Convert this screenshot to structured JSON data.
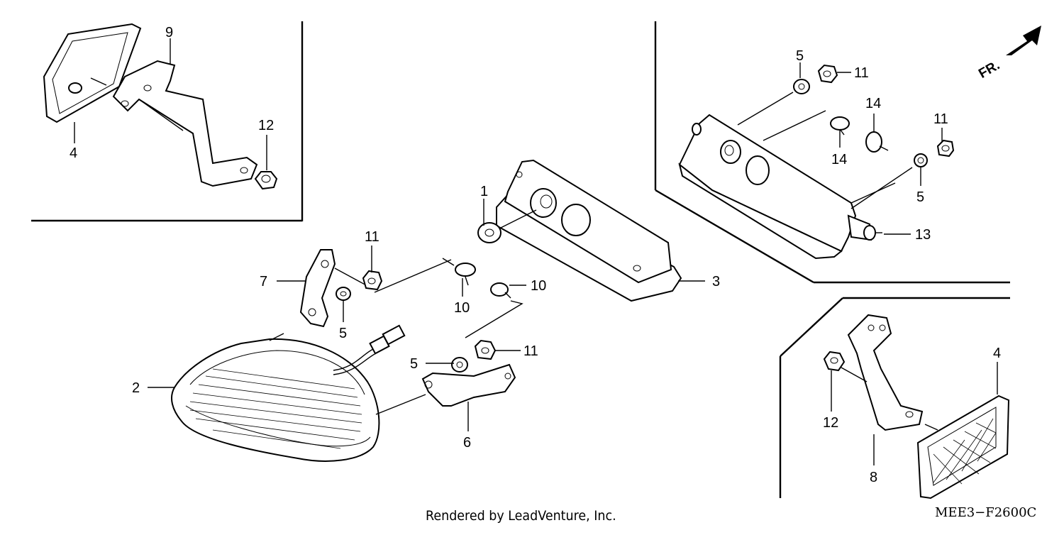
{
  "direction_marker": "FR.",
  "callouts": {
    "c1": "1",
    "c2": "2",
    "c3": "3",
    "c4_left": "4",
    "c4_right": "4",
    "c5_left": "5",
    "c5_center": "5",
    "c5_top_right": "5",
    "c5_mid_right": "5",
    "c6": "6",
    "c7": "7",
    "c8": "8",
    "c9": "9",
    "c10_left": "10",
    "c10_right": "10",
    "c11_bracket": "11",
    "c11_center": "11",
    "c11_top_right": "11",
    "c11_mid_right": "11",
    "c12_left": "12",
    "c12_right": "12",
    "c13": "13",
    "c14_top": "14",
    "c14_bottom": "14"
  },
  "footer": {
    "credit": "Rendered by LeadVenture, Inc.",
    "code": "MEE3−F2600C"
  }
}
